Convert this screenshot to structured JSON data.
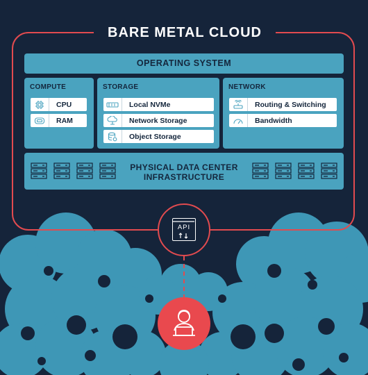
{
  "title": "BARE METAL CLOUD",
  "operating_system": "OPERATING SYSTEM",
  "compute": {
    "title": "COMPUTE",
    "items": [
      {
        "label": "CPU",
        "icon": "cpu-icon"
      },
      {
        "label": "RAM",
        "icon": "ram-icon"
      }
    ]
  },
  "storage": {
    "title": "STORAGE",
    "items": [
      {
        "label": "Local NVMe",
        "icon": "nvme-drive-icon"
      },
      {
        "label": "Network Storage",
        "icon": "cloud-network-icon"
      },
      {
        "label": "Object Storage",
        "icon": "database-icon"
      }
    ]
  },
  "network": {
    "title": "NETWORK",
    "items": [
      {
        "label": "Routing & Switching",
        "icon": "router-icon"
      },
      {
        "label": "Bandwidth",
        "icon": "speedometer-icon"
      }
    ]
  },
  "infrastructure": {
    "line1": "PHYSICAL DATA CENTER",
    "line2": "INFRASTRUCTURE"
  },
  "api_label": "API",
  "colors": {
    "background": "#15243a",
    "accent_red": "#e24b4f",
    "panel_blue": "#4aa3bf",
    "cloud_blue": "#3e97b6",
    "text_dark": "#14263c"
  }
}
